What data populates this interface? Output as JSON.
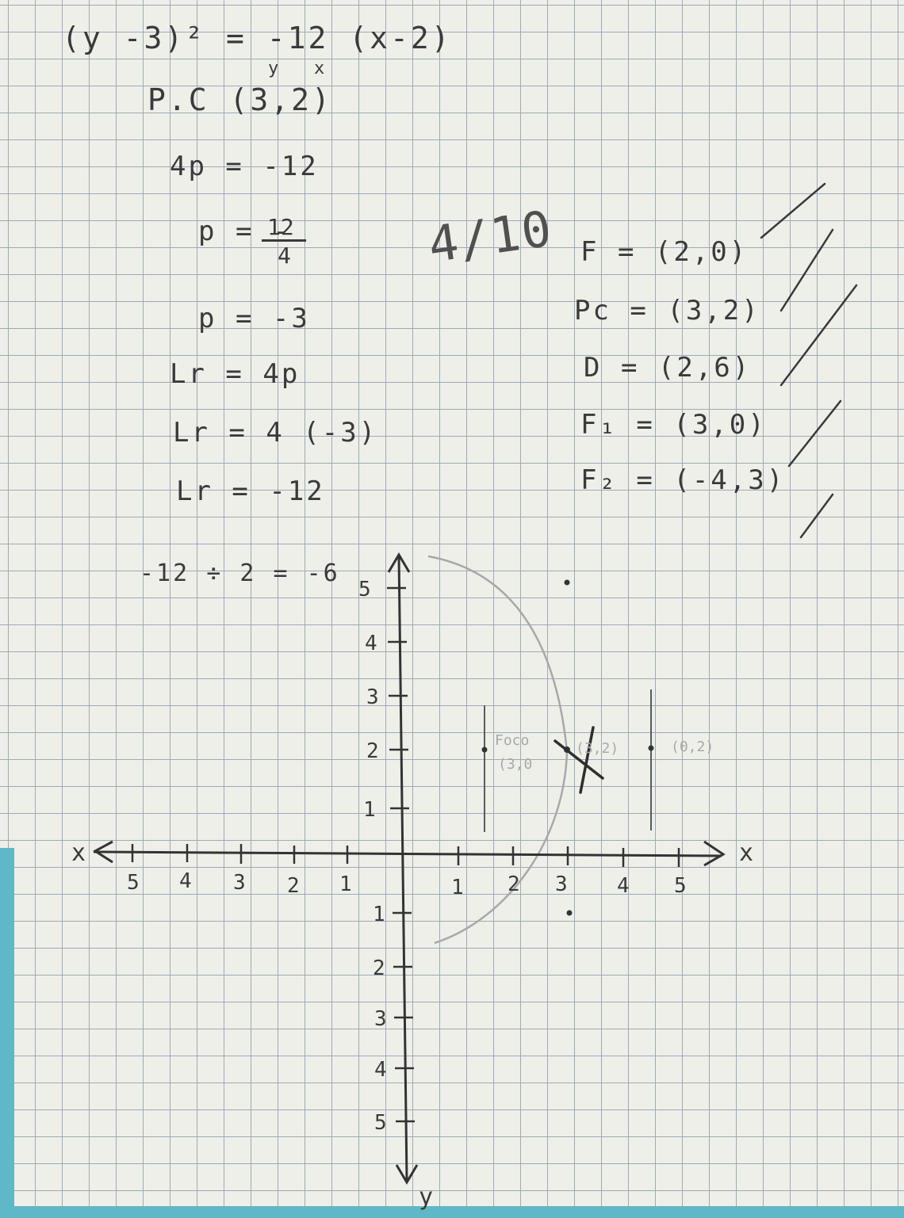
{
  "equation": "(y -3)² = -12 (x-2)",
  "vertex_letters": {
    "y": "y",
    "x": "x"
  },
  "vertex": "P.C (3,2)",
  "steps": {
    "four_p": "4p = -12",
    "p_label": "p = -",
    "p_num": "12",
    "p_den": "4",
    "p_value": "p = -3",
    "lr_formula": "Lr = 4p",
    "lr_sub": "Lr = 4 (-3)",
    "lr_value": "Lr = -12",
    "half_lr": "-12 ÷ 2 = -6"
  },
  "grade": "4/10",
  "results": {
    "focus": "F = (2,0)",
    "vertex": "Pc = (3,2)",
    "directrix": "D = (2,6)",
    "f1": "F₁ = (3,0)",
    "f2": "F₂ = (-4,3)"
  },
  "graph": {
    "x_name": "x",
    "y_name": "y",
    "x_ticks_left": [
      "5",
      "4",
      "3",
      "2",
      "1"
    ],
    "x_ticks_right": [
      "1",
      "2",
      "3",
      "4",
      "5"
    ],
    "y_ticks_up": [
      "1",
      "2",
      "3",
      "4",
      "5"
    ],
    "y_ticks_down": [
      "1",
      "2",
      "3",
      "4",
      "5"
    ],
    "annotations": {
      "foco_1": "Foco",
      "foco_2": "(3,0",
      "vertex": "(3,2)",
      "right": "(0,2)"
    }
  },
  "colors": {
    "ink": "#3a3a3a",
    "pencil": "#a8a8a8",
    "grid": "#9ea9b4",
    "paper": "#efefea",
    "tape": "#5fb8c5"
  }
}
